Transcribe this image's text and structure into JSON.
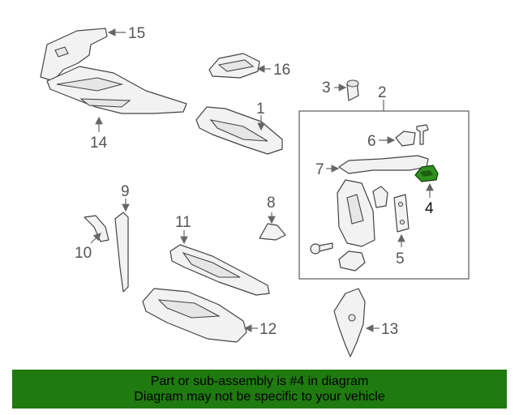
{
  "callouts": {
    "c1": "1",
    "c2": "2",
    "c3": "3",
    "c4": "4",
    "c5": "5",
    "c6": "6",
    "c7": "7",
    "c8": "8",
    "c9": "9",
    "c10": "10",
    "c11": "11",
    "c12": "12",
    "c13": "13",
    "c14": "14",
    "c15": "15",
    "c16": "16"
  },
  "highlight_color": "#2f8f1f",
  "banner": {
    "line1": "Part or sub-assembly is #4 in diagram",
    "line2": "Diagram may not be specific to your vehicle",
    "color": "#1f7a10"
  }
}
